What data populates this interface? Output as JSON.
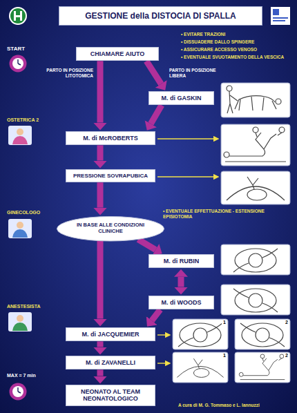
{
  "diagram": {
    "title": "GESTIONE della DISTOCIA DI SPALLA",
    "nodes": [
      {
        "text": [
          "CHIAMARE AIUTO"
        ]
      },
      {
        "text": [
          "M. di GASKIN"
        ]
      },
      {
        "text": [
          "M. di McROBERTS"
        ]
      },
      {
        "text": [
          "PRESSIONE SOVRAPUBICA"
        ]
      },
      {
        "text": [
          "IN BASE ALLE CONDIZIONI CLINICHE"
        ]
      },
      {
        "text": [
          "M. di RUBIN"
        ]
      },
      {
        "text": [
          "M. di WOODS"
        ]
      },
      {
        "text": [
          "M. di JACQUEMIER"
        ]
      },
      {
        "text": [
          "M. di ZAVANELLI"
        ]
      },
      {
        "text": [
          "NEONATO AL TEAM NEONATOLOGICO"
        ]
      }
    ],
    "edges": [
      {
        "from": 0,
        "to": 2,
        "arrow": "to"
      },
      {
        "from": 0,
        "to": 1,
        "arrow": "to"
      },
      {
        "from": 1,
        "to": 2,
        "arrow": "to"
      },
      {
        "from": 2,
        "to": 3,
        "arrow": "to"
      },
      {
        "from": 3,
        "to": 4,
        "arrow": "to"
      },
      {
        "from": 4,
        "to": 5,
        "arrow": "to"
      },
      {
        "from": 5,
        "to": 6,
        "arrow": "both"
      },
      {
        "from": 6,
        "to": 7,
        "arrow": "to"
      },
      {
        "from": 4,
        "to": 7,
        "arrow": "to"
      },
      {
        "from": 7,
        "to": 8,
        "arrow": "to"
      },
      {
        "from": 8,
        "to": 9,
        "arrow": "to"
      }
    ],
    "labels": [
      "START",
      "• EVITARE TRAZIONI",
      "• DISSUADERE DALLO SPINGERE",
      "• ASSICURARE ACCESSO VENOSO",
      "• EVENTUALE SVUOTAMENTO DELLA VESCICA",
      "PARTO IN POSIZIONE LITOTOMICA",
      "PARTO IN POSIZIONE LIBERA",
      "OSTETRICA 2",
      "GINECOLOGO",
      "• EVENTUALE EFFETTUAZIONE - ESTENSIONE EPISIOTOMIA",
      "ANESTESISTA",
      "1",
      "2",
      "1",
      "2",
      "MAX = 7 min",
      "A cura di M. G. Tommaso e L. Iannuzzi"
    ]
  }
}
